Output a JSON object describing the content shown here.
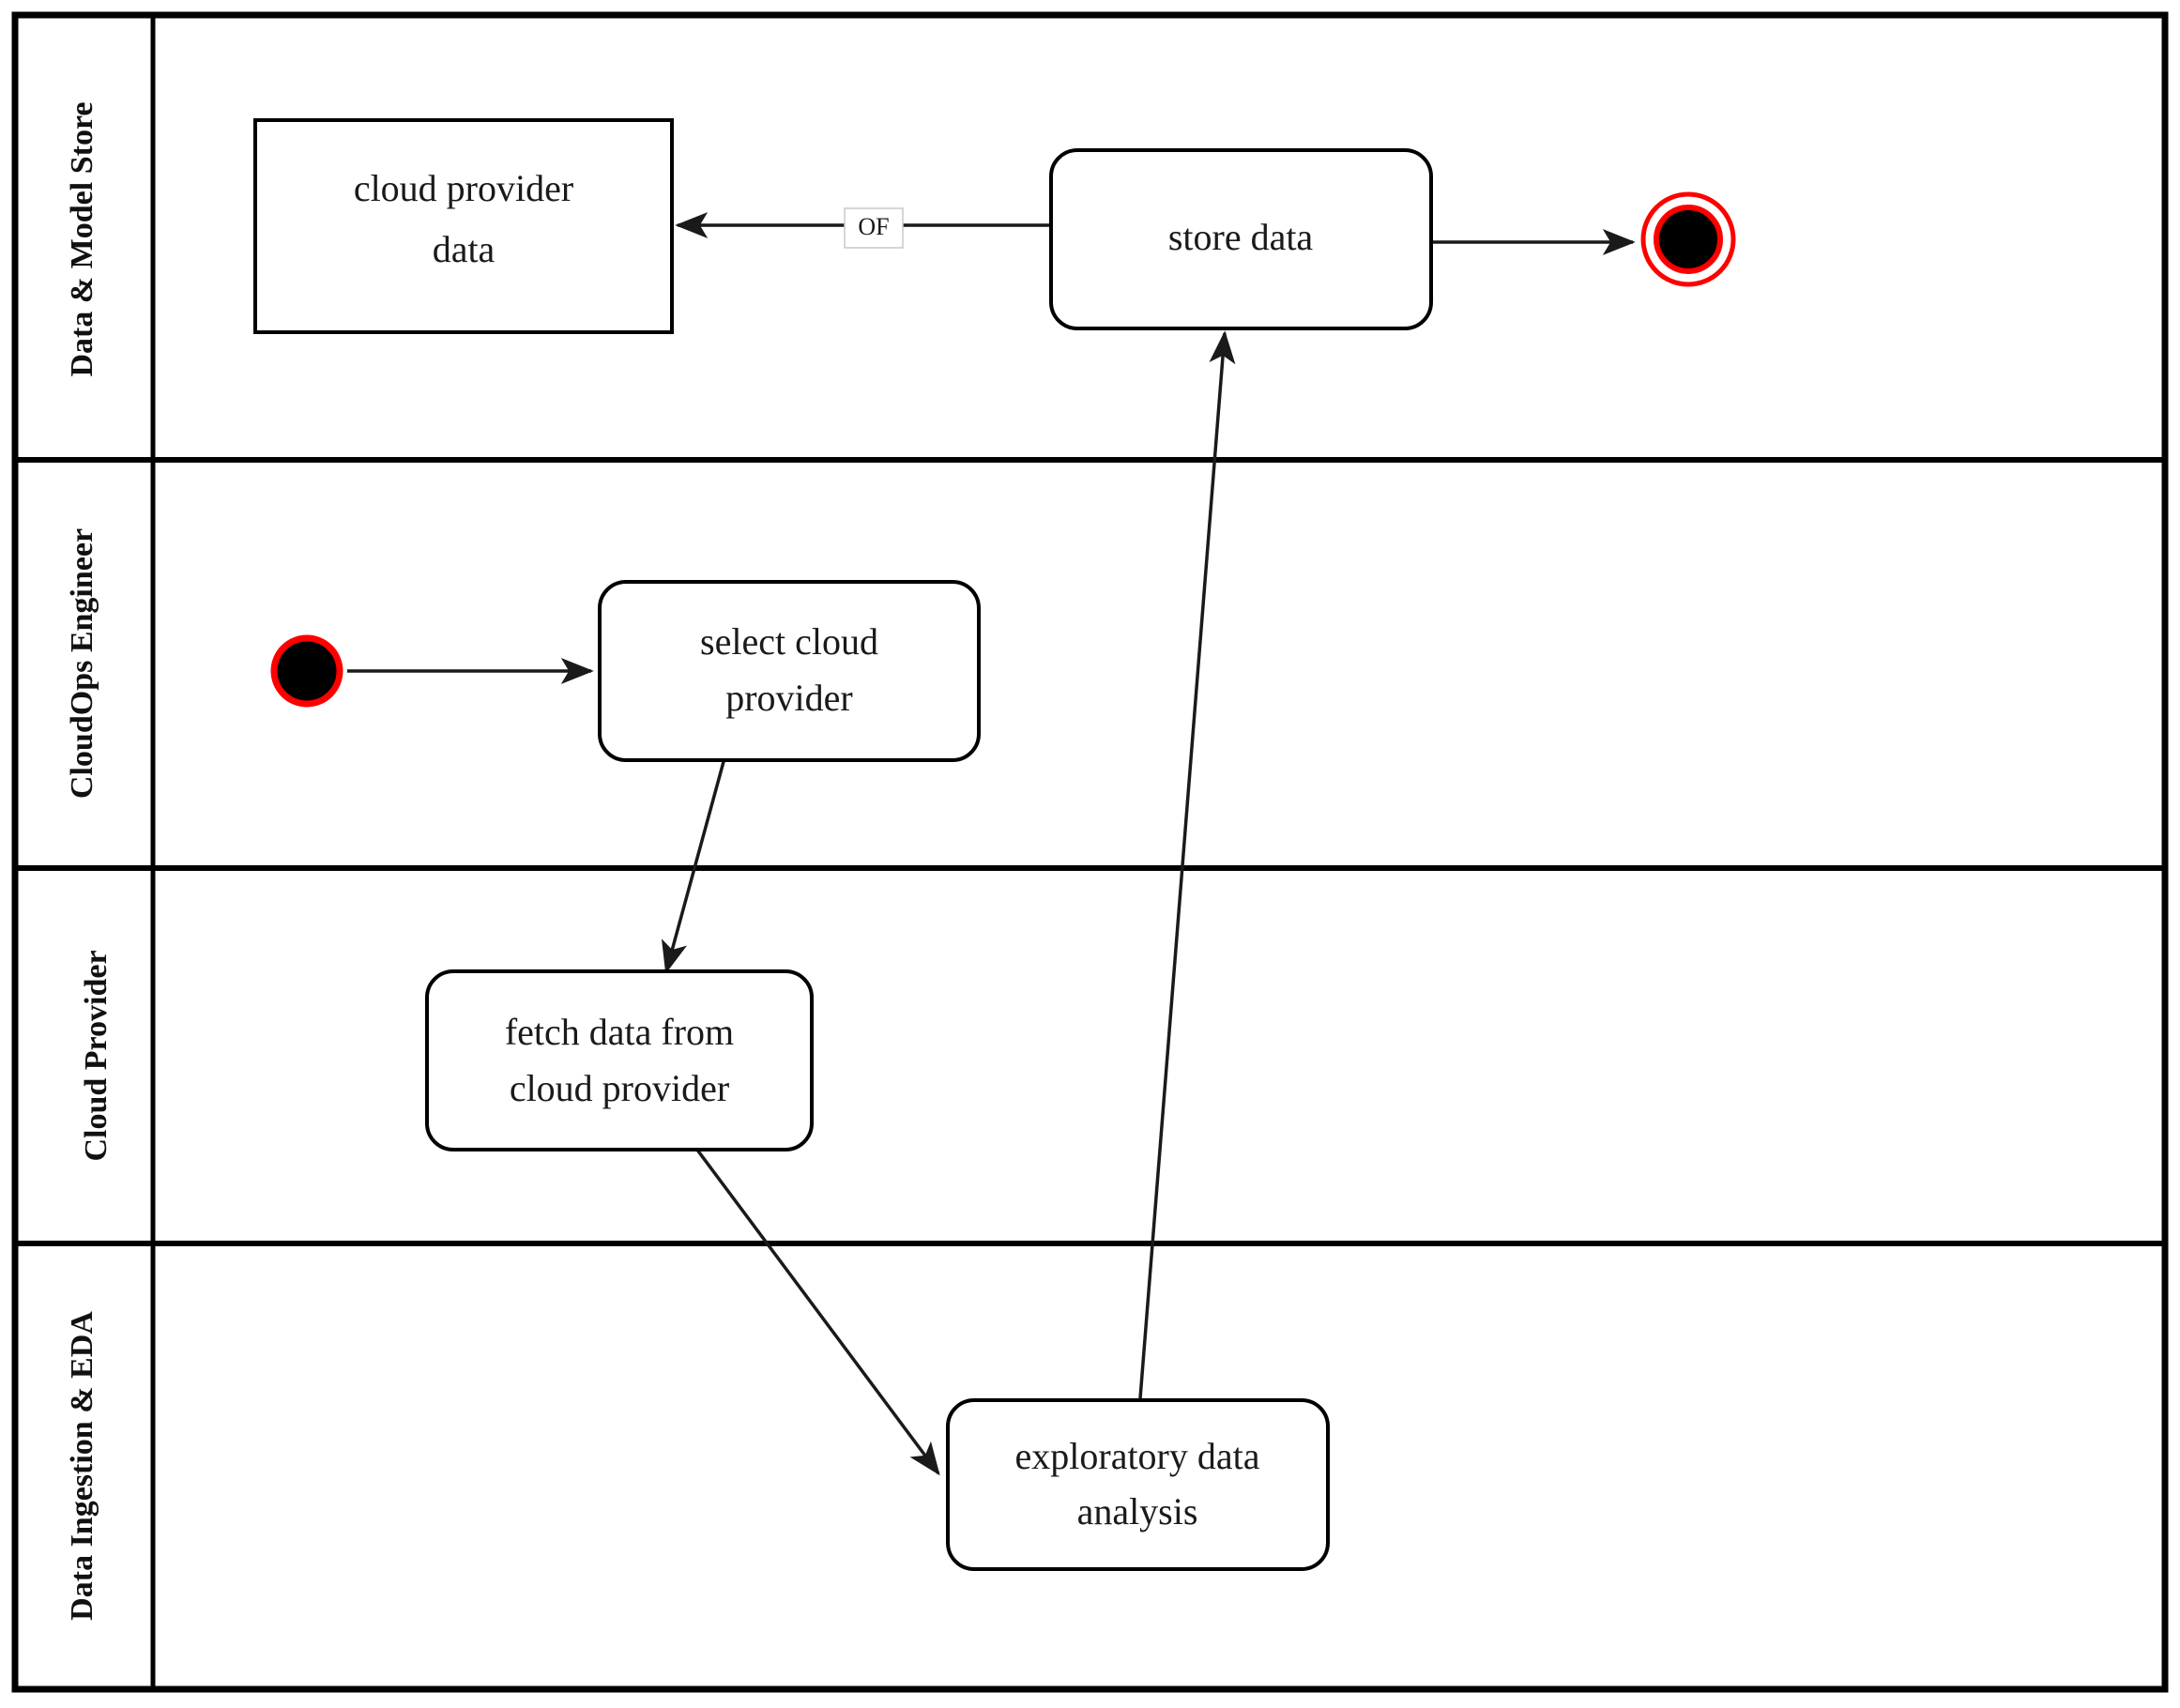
{
  "diagram": {
    "type": "uml-activity-swimlane",
    "background_color": "#ffffff",
    "frame_color": "#000000",
    "node_color": "#ffffff",
    "node_border_color": "#000000",
    "edge_color": "#1a1a1a",
    "start_node_color": "#000000",
    "start_node_ring_color": "#ff0000",
    "end_node_color": "#000000",
    "end_node_ring_color": "#ff0000",
    "lanes": [
      {
        "id": "lane-data-model-store",
        "label": "Data & Model Store"
      },
      {
        "id": "lane-cloudops-engineer",
        "label": "CloudOps Engineer"
      },
      {
        "id": "lane-cloud-provider",
        "label": "Cloud Provider"
      },
      {
        "id": "lane-data-ingestion-eda",
        "label": "Data Ingestion & EDA"
      }
    ],
    "nodes": [
      {
        "id": "node-cloud-provider-data",
        "label": "cloud provider data",
        "line1": "cloud provider",
        "line2": "data",
        "shape": "rectangle",
        "lane": "Data & Model Store"
      },
      {
        "id": "node-store-data",
        "label": "store data",
        "line1": "store data",
        "line2": "",
        "shape": "rounded-rectangle",
        "lane": "Data & Model Store"
      },
      {
        "id": "node-final",
        "label": "final node",
        "shape": "end-node",
        "lane": "Data & Model Store"
      },
      {
        "id": "node-initial",
        "label": "initial node",
        "shape": "start-node",
        "lane": "CloudOps Engineer"
      },
      {
        "id": "node-select-cloud-provider",
        "label": "select cloud provider",
        "line1": "select cloud",
        "line2": "provider",
        "shape": "rounded-rectangle",
        "lane": "CloudOps Engineer"
      },
      {
        "id": "node-fetch-data",
        "label": "fetch data from cloud provider",
        "line1": "fetch data from",
        "line2": "cloud provider",
        "shape": "rounded-rectangle",
        "lane": "Cloud Provider"
      },
      {
        "id": "node-eda",
        "label": "exploratory data analysis",
        "line1": "exploratory data",
        "line2": "analysis",
        "shape": "rounded-rectangle",
        "lane": "Data Ingestion & EDA"
      }
    ],
    "edges": [
      {
        "id": "edge-initial-to-select",
        "from": "node-initial",
        "to": "node-select-cloud-provider",
        "label": ""
      },
      {
        "id": "edge-select-to-fetch",
        "from": "node-select-cloud-provider",
        "to": "node-fetch-data",
        "label": ""
      },
      {
        "id": "edge-fetch-to-eda",
        "from": "node-fetch-data",
        "to": "node-eda",
        "label": ""
      },
      {
        "id": "edge-eda-to-store",
        "from": "node-eda",
        "to": "node-store-data",
        "label": ""
      },
      {
        "id": "edge-store-to-data",
        "from": "node-store-data",
        "to": "node-cloud-provider-data",
        "label": "OF"
      },
      {
        "id": "edge-store-to-final",
        "from": "node-store-data",
        "to": "node-final",
        "label": ""
      }
    ]
  }
}
